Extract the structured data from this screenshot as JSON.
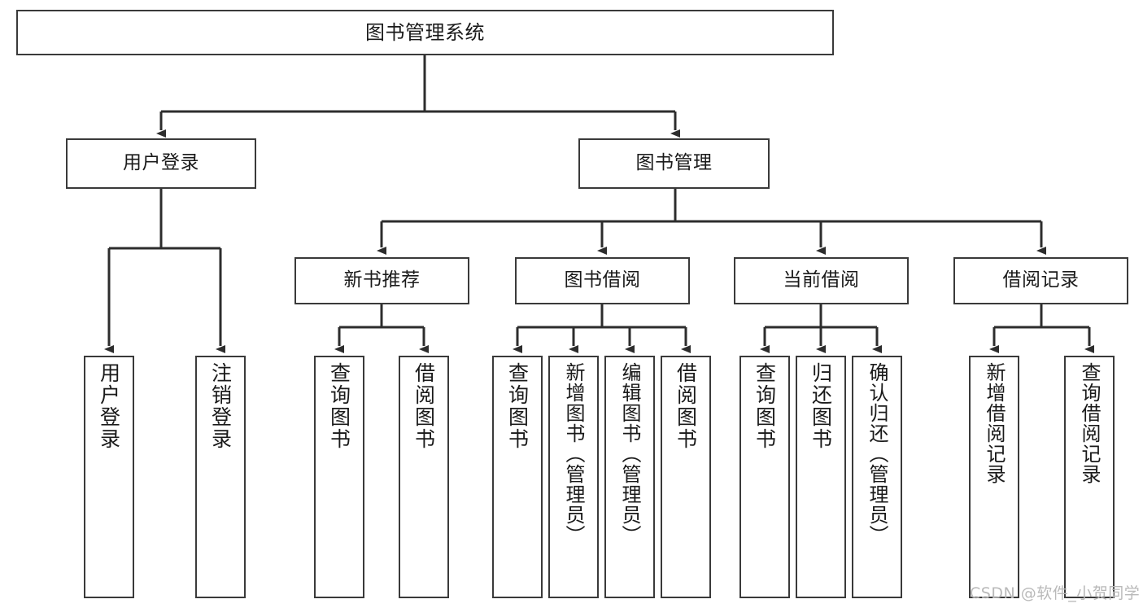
{
  "diagram": {
    "title": "图书管理系统",
    "type": "tree-hierarchy-chart",
    "watermark": "CSDN @软件_小贺同学",
    "root": {
      "label": "图书管理系统"
    },
    "level2": [
      {
        "label": "用户登录"
      },
      {
        "label": "图书管理"
      }
    ],
    "level3": [
      {
        "label": "新书推荐"
      },
      {
        "label": "图书借阅"
      },
      {
        "label": "当前借阅"
      },
      {
        "label": "借阅记录"
      }
    ],
    "leaves": {
      "user_login": [
        {
          "label": "用户登录"
        },
        {
          "label": "注销登录"
        }
      ],
      "new_book_recommend": [
        {
          "label": "查询图书"
        },
        {
          "label": "借阅图书"
        }
      ],
      "book_borrow": [
        {
          "label": "查询图书"
        },
        {
          "label": "新增图书（管理员）"
        },
        {
          "label": "编辑图书（管理员）"
        },
        {
          "label": "借阅图书"
        }
      ],
      "current_borrow": [
        {
          "label": "查询图书"
        },
        {
          "label": "归还图书"
        },
        {
          "label": "确认归还（管理员）"
        }
      ],
      "borrow_record": [
        {
          "label": "新增借阅记录"
        },
        {
          "label": "查询借阅记录"
        }
      ]
    },
    "colors": {
      "stroke": "#3a3a3a",
      "background": "#ffffff",
      "text": "#1a1a1a",
      "watermark": "#b9b9b9"
    }
  }
}
